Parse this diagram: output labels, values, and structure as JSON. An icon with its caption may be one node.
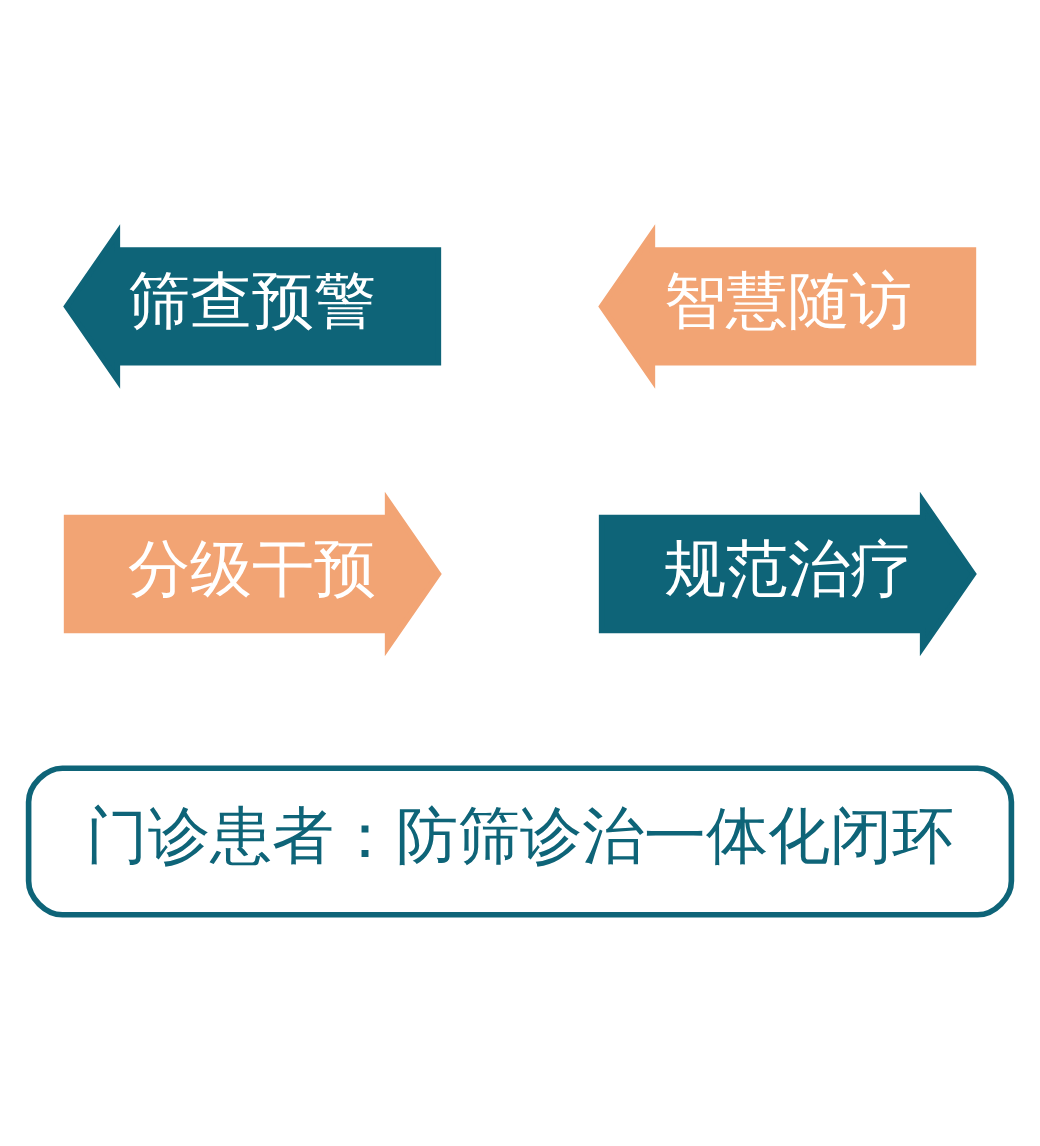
{
  "diagram": {
    "nodes": [
      {
        "text": [
          "筛查预警"
        ]
      },
      {
        "text": [
          "智慧随访"
        ]
      },
      {
        "text": [
          "分级干预"
        ]
      },
      {
        "text": [
          "规范治疗"
        ]
      },
      {
        "text": [
          "门诊患者：防筛诊治一体化闭环"
        ]
      }
    ]
  }
}
